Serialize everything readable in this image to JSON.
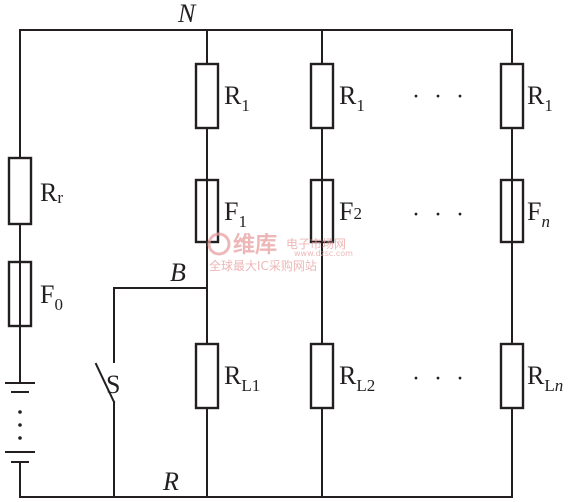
{
  "nodes": {
    "top": "N",
    "tap": "B",
    "bottom": "R"
  },
  "source_branch": {
    "resistor": {
      "base": "R",
      "sub": "r"
    },
    "fuse": {
      "base": "F",
      "sub": "0"
    }
  },
  "switch": {
    "label": "S"
  },
  "branches": [
    {
      "r1": {
        "base": "R",
        "sub": "1"
      },
      "fuse": {
        "base": "F",
        "sub": "1"
      },
      "load": {
        "base": "R",
        "sub": "L1"
      }
    },
    {
      "r1": {
        "base": "R",
        "sub": "1"
      },
      "fuse": {
        "base": "F",
        "sub": "2"
      },
      "load": {
        "base": "R",
        "sub": "L2"
      }
    },
    {
      "r1": {
        "base": "R",
        "sub": "1"
      },
      "fuse": {
        "base": "F",
        "sub": "n"
      },
      "load": {
        "base": "R",
        "sub": "Ln"
      }
    }
  ],
  "ellipsis": "· · ·",
  "watermark": {
    "brand": "维库",
    "site": "电子市场网",
    "url": "www.dzsc.com",
    "slogan": "全球最大IC采购网站",
    "color": "#e8a0a0"
  }
}
